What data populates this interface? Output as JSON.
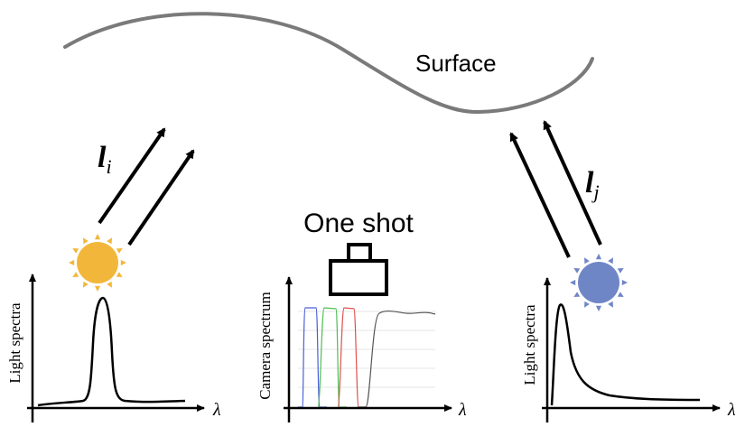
{
  "surface": {
    "label": "Surface"
  },
  "light_i": {
    "symbol_base": "l",
    "symbol_sub": "i",
    "source_color": "#f2b73a",
    "source_icon": "sun-icon"
  },
  "light_j": {
    "symbol_base": "l",
    "symbol_sub": "j",
    "source_color": "#6f86c6",
    "source_icon": "sun-icon"
  },
  "camera": {
    "caption": "One shot",
    "icon": "camera-icon"
  },
  "plots": {
    "left": {
      "ylabel": "Light spectra",
      "xlabel": "λ"
    },
    "middle": {
      "ylabel": "Camera spectrum",
      "xlabel": "λ"
    },
    "right": {
      "ylabel": "Light spectra",
      "xlabel": "λ"
    }
  },
  "camera_channels": {
    "blue": "#4a5fd6",
    "green": "#4fbf4f",
    "red": "#e05050",
    "nir": "#555555"
  }
}
